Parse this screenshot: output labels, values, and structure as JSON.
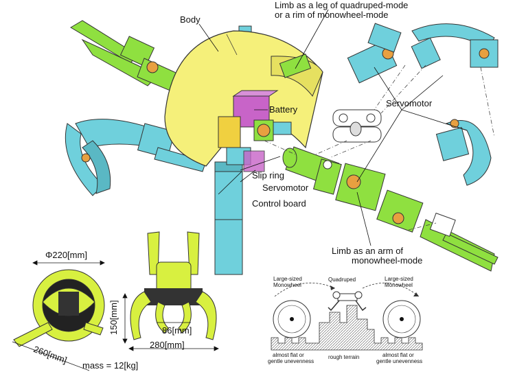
{
  "labels": {
    "body": "Body",
    "limb_leg_line1": "Limb as a leg of quadruped-mode",
    "limb_leg_line2": "or a rim of monowheel-mode",
    "battery": "Battery",
    "servomotor_right": "Servomotor",
    "slip_ring": "Slip ring",
    "servomotor_center": "Servomotor",
    "control_board": "Control board",
    "limb_arm_line1": "Limb as an arm of",
    "limb_arm_line2": "monowheel-mode"
  },
  "dimensions": {
    "diameter": "Φ220[mm]",
    "length_260": "260[mm]",
    "height_150": "150[mm]",
    "width_86": "86[mm]",
    "width_280": "280[mm]",
    "mass": "mass = 12[kg]"
  },
  "modes": {
    "large_left_1": "Large-sized",
    "large_left_2": "Monowheel",
    "quadruped": "Quadruped",
    "large_right_1": "Large-sized",
    "large_right_2": "Monowheel",
    "flat_left_1": "almost flat or",
    "flat_left_2": "gentle unevenness",
    "rough": "rough terrain",
    "flat_right_1": "almost flat or",
    "flat_right_2": "gentle unevenness"
  },
  "colors": {
    "body_yellow": "#f5f07a",
    "limb_cyan": "#6fd0dc",
    "arm_green": "#8fe040",
    "battery_magenta": "#c864c8",
    "photo_lime": "#d8f040",
    "gear_orange": "#e8a040"
  }
}
